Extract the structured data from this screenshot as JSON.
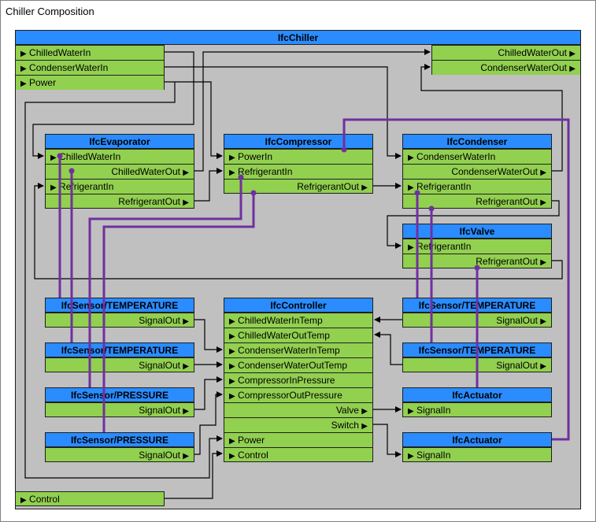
{
  "title": "Chiller Composition",
  "chiller": {
    "name": "IfcChiller",
    "inputs": [
      "ChilledWaterIn",
      "CondenserWaterIn",
      "Power"
    ],
    "outputs": [
      "ChilledWaterOut",
      "CondenserWaterOut"
    ]
  },
  "evaporator": {
    "name": "IfcEvaporator",
    "ports": [
      "ChilledWaterIn",
      "ChilledWaterOut",
      "RefrigerantIn",
      "RefrigerantOut"
    ]
  },
  "compressor": {
    "name": "IfcCompressor",
    "ports": [
      "PowerIn",
      "RefrigerantIn",
      "RefrigerantOut"
    ]
  },
  "condenser": {
    "name": "IfcCondenser",
    "ports": [
      "CondenserWaterIn",
      "CondenserWaterOut",
      "RefrigerantIn",
      "RefrigerantOut"
    ]
  },
  "valve": {
    "name": "IfcValve",
    "ports": [
      "RefrigerantIn",
      "RefrigerantOut"
    ]
  },
  "controller": {
    "name": "IfcController",
    "ports": [
      "ChilledWaterInTemp",
      "ChilledWaterOutTemp",
      "CondenserWaterInTemp",
      "CondenserWaterOutTemp",
      "CompressorInPressure",
      "CompressorOutPressure",
      "Valve",
      "Switch",
      "Power",
      "Control"
    ]
  },
  "sensors": [
    {
      "name": "IfcSensor/TEMPERATURE",
      "port": "SignalOut"
    },
    {
      "name": "IfcSensor/TEMPERATURE",
      "port": "SignalOut"
    },
    {
      "name": "IfcSensor/PRESSURE",
      "port": "SignalOut"
    },
    {
      "name": "IfcSensor/PRESSURE",
      "port": "SignalOut"
    },
    {
      "name": "IfcSensor/TEMPERATURE",
      "port": "SignalOut"
    },
    {
      "name": "IfcSensor/TEMPERATURE",
      "port": "SignalOut"
    }
  ],
  "actuators": [
    {
      "name": "IfcActuator",
      "port": "SignalIn"
    },
    {
      "name": "IfcActuator",
      "port": "SignalIn"
    }
  ],
  "control": "Control",
  "colors": {
    "header": "#2a8cff",
    "port": "#92d050",
    "body": "#c0c0c0",
    "purple": "#7030a0"
  }
}
